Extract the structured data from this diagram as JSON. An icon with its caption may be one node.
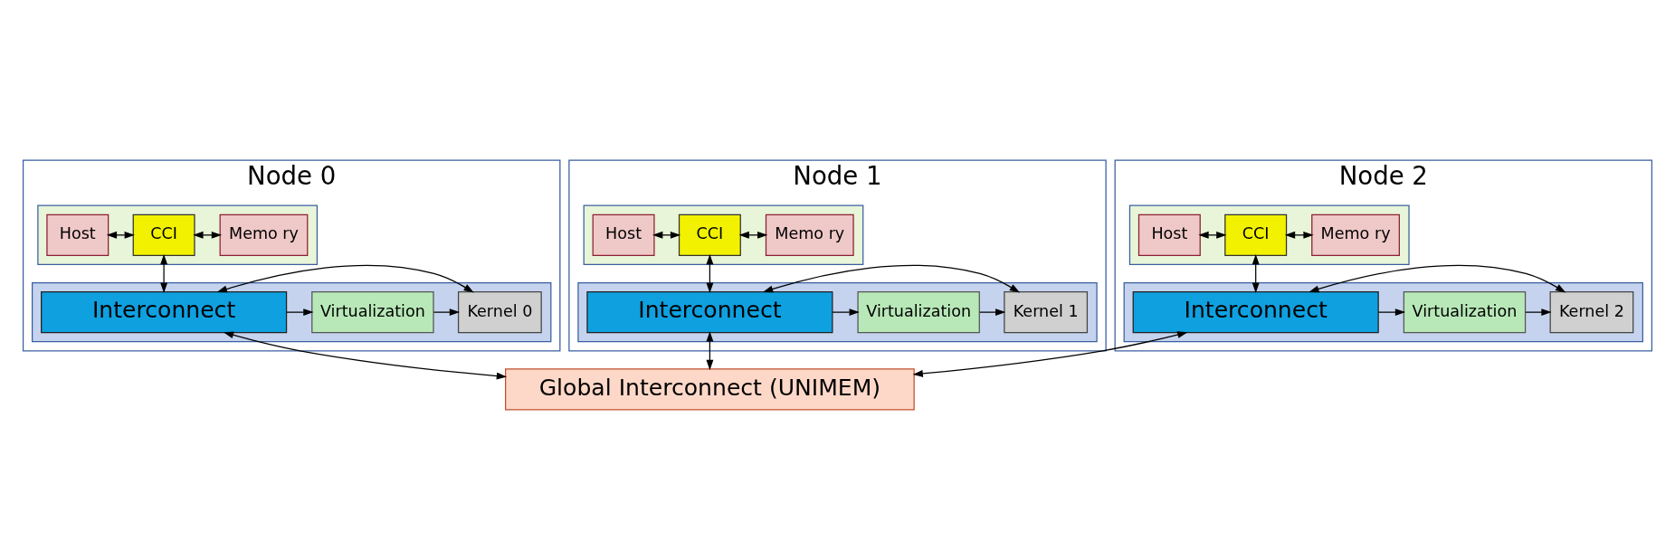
{
  "diagram": {
    "nodes": [
      {
        "text": [
          "Node 0"
        ]
      },
      {
        "text": [],
        "shape": "box",
        "in": 0
      },
      {
        "text": [
          "Host"
        ],
        "in": 1
      },
      {
        "text": [
          "CCI"
        ],
        "in": 1
      },
      {
        "text": [
          "Memo ry"
        ],
        "in": 1
      },
      {
        "text": [],
        "shape": "box",
        "in": 0
      },
      {
        "text": [
          "Interconnect"
        ],
        "in": 5
      },
      {
        "text": [
          "Virtualization"
        ],
        "in": 5
      },
      {
        "text": [
          "Kernel 0"
        ],
        "in": 5
      },
      {
        "text": [
          "Node 1"
        ]
      },
      {
        "text": [],
        "shape": "box",
        "in": 9
      },
      {
        "text": [
          "Host"
        ],
        "in": 10
      },
      {
        "text": [
          "CCI"
        ],
        "in": 10
      },
      {
        "text": [
          "Memo ry"
        ],
        "in": 10
      },
      {
        "text": [],
        "shape": "box",
        "in": 9
      },
      {
        "text": [
          "Interconnect"
        ],
        "in": 14
      },
      {
        "text": [
          "Virtualization"
        ],
        "in": 14
      },
      {
        "text": [
          "Kernel 1"
        ],
        "in": 14
      },
      {
        "text": [
          "Node 2"
        ]
      },
      {
        "text": [],
        "shape": "box",
        "in": 18
      },
      {
        "text": [
          "Host"
        ],
        "in": 19
      },
      {
        "text": [
          "CCI"
        ],
        "in": 19
      },
      {
        "text": [
          "Memo ry"
        ],
        "in": 19
      },
      {
        "text": [],
        "shape": "box",
        "in": 18
      },
      {
        "text": [
          "Interconnect"
        ],
        "in": 23
      },
      {
        "text": [
          "Virtualization"
        ],
        "in": 23
      },
      {
        "text": [
          "Kernel 2"
        ],
        "in": 23
      },
      {
        "text": [
          "Global Interconnect (UNIMEM)"
        ]
      }
    ],
    "edges": [
      {
        "from": 2,
        "to": 3,
        "arrow": "both"
      },
      {
        "from": 3,
        "to": 4,
        "arrow": "both"
      },
      {
        "from": 3,
        "to": 6,
        "arrow": "both"
      },
      {
        "from": 6,
        "to": 7,
        "arrow": "to"
      },
      {
        "from": 6,
        "to": 8,
        "arrow": "both"
      },
      {
        "from": 7,
        "to": 8,
        "arrow": "to"
      },
      {
        "from": 6,
        "to": 27,
        "arrow": "both"
      },
      {
        "from": 11,
        "to": 12,
        "arrow": "both"
      },
      {
        "from": 12,
        "to": 13,
        "arrow": "both"
      },
      {
        "from": 12,
        "to": 15,
        "arrow": "both"
      },
      {
        "from": 15,
        "to": 16,
        "arrow": "to"
      },
      {
        "from": 15,
        "to": 17,
        "arrow": "both"
      },
      {
        "from": 16,
        "to": 17,
        "arrow": "to"
      },
      {
        "from": 15,
        "to": 27,
        "arrow": "both"
      },
      {
        "from": 20,
        "to": 21,
        "arrow": "both"
      },
      {
        "from": 21,
        "to": 22,
        "arrow": "both"
      },
      {
        "from": 21,
        "to": 24,
        "arrow": "both"
      },
      {
        "from": 24,
        "to": 25,
        "arrow": "to"
      },
      {
        "from": 24,
        "to": 26,
        "arrow": "both"
      },
      {
        "from": 25,
        "to": 26,
        "arrow": "to"
      },
      {
        "from": 24,
        "to": 27,
        "arrow": "both"
      }
    ]
  }
}
